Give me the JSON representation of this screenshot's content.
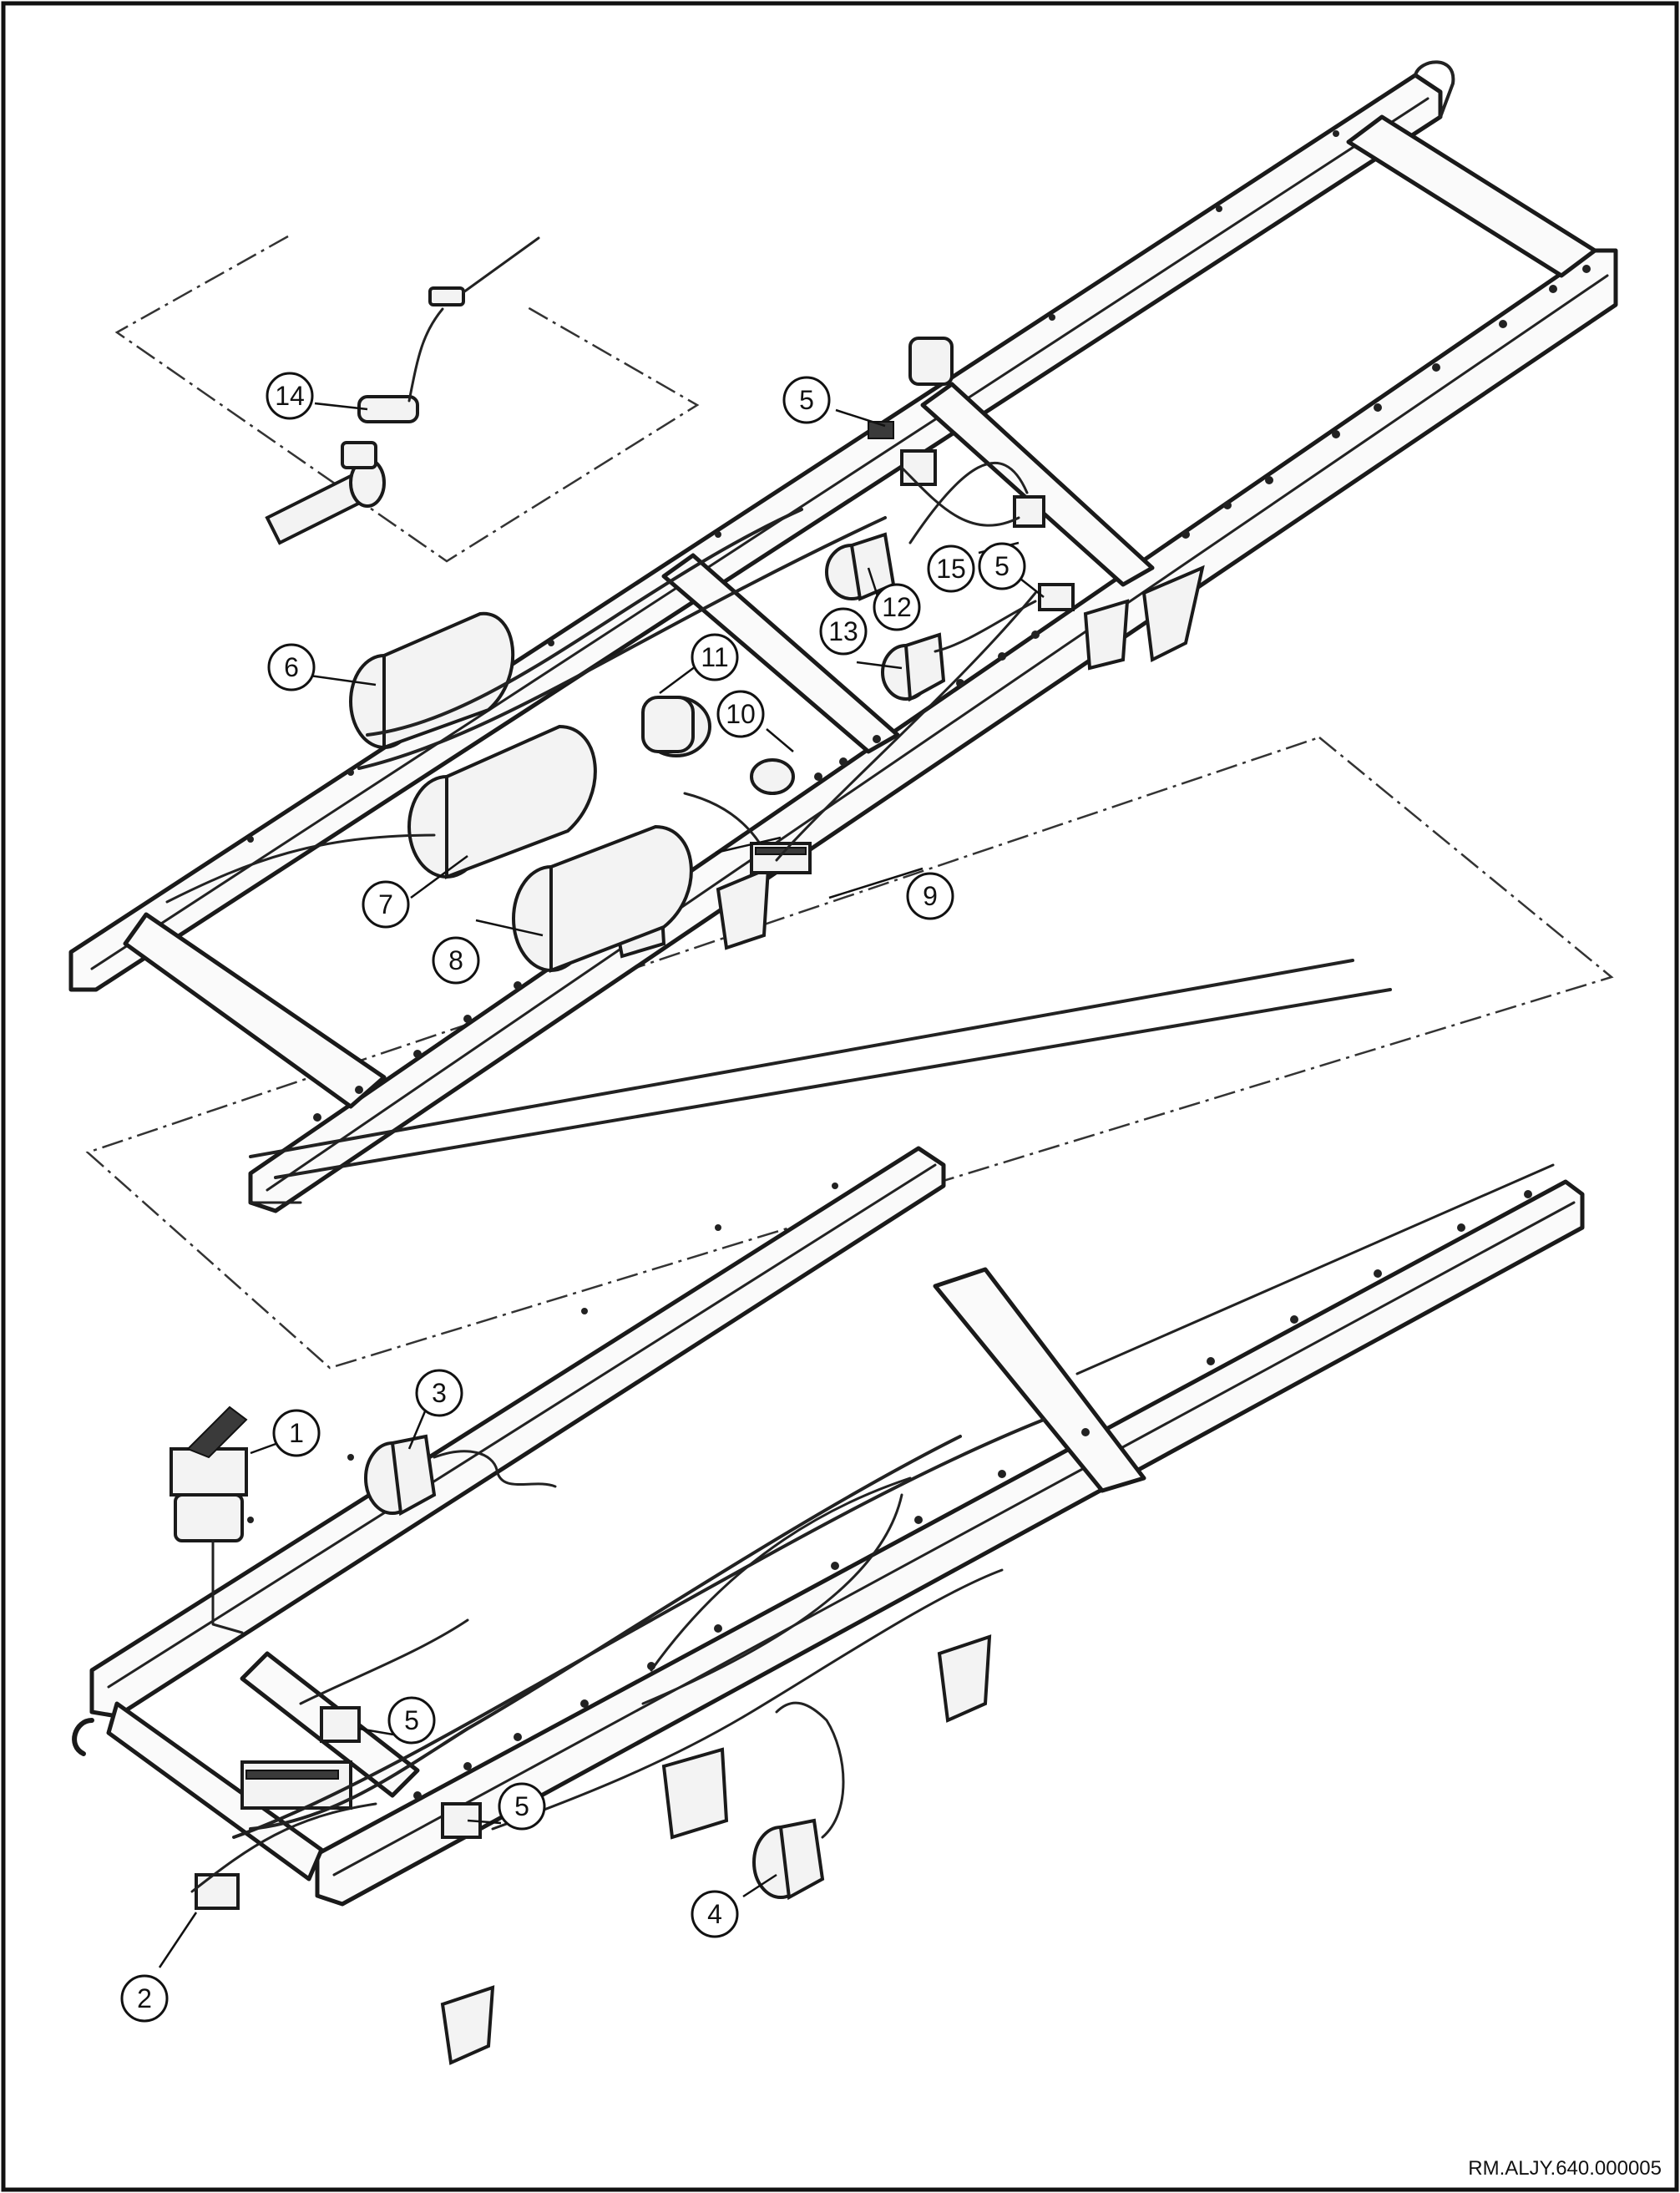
{
  "document_code": "RM.ALJY.640.000005",
  "callouts": [
    {
      "label": "1"
    },
    {
      "label": "2"
    },
    {
      "label": "3"
    },
    {
      "label": "4"
    },
    {
      "label": "5"
    },
    {
      "label": "5"
    },
    {
      "label": "5"
    },
    {
      "label": "5"
    },
    {
      "label": "6"
    },
    {
      "label": "7"
    },
    {
      "label": "8"
    },
    {
      "label": "9"
    },
    {
      "label": "10"
    },
    {
      "label": "11"
    },
    {
      "label": "12"
    },
    {
      "label": "13"
    },
    {
      "label": "14"
    },
    {
      "label": "15"
    }
  ]
}
